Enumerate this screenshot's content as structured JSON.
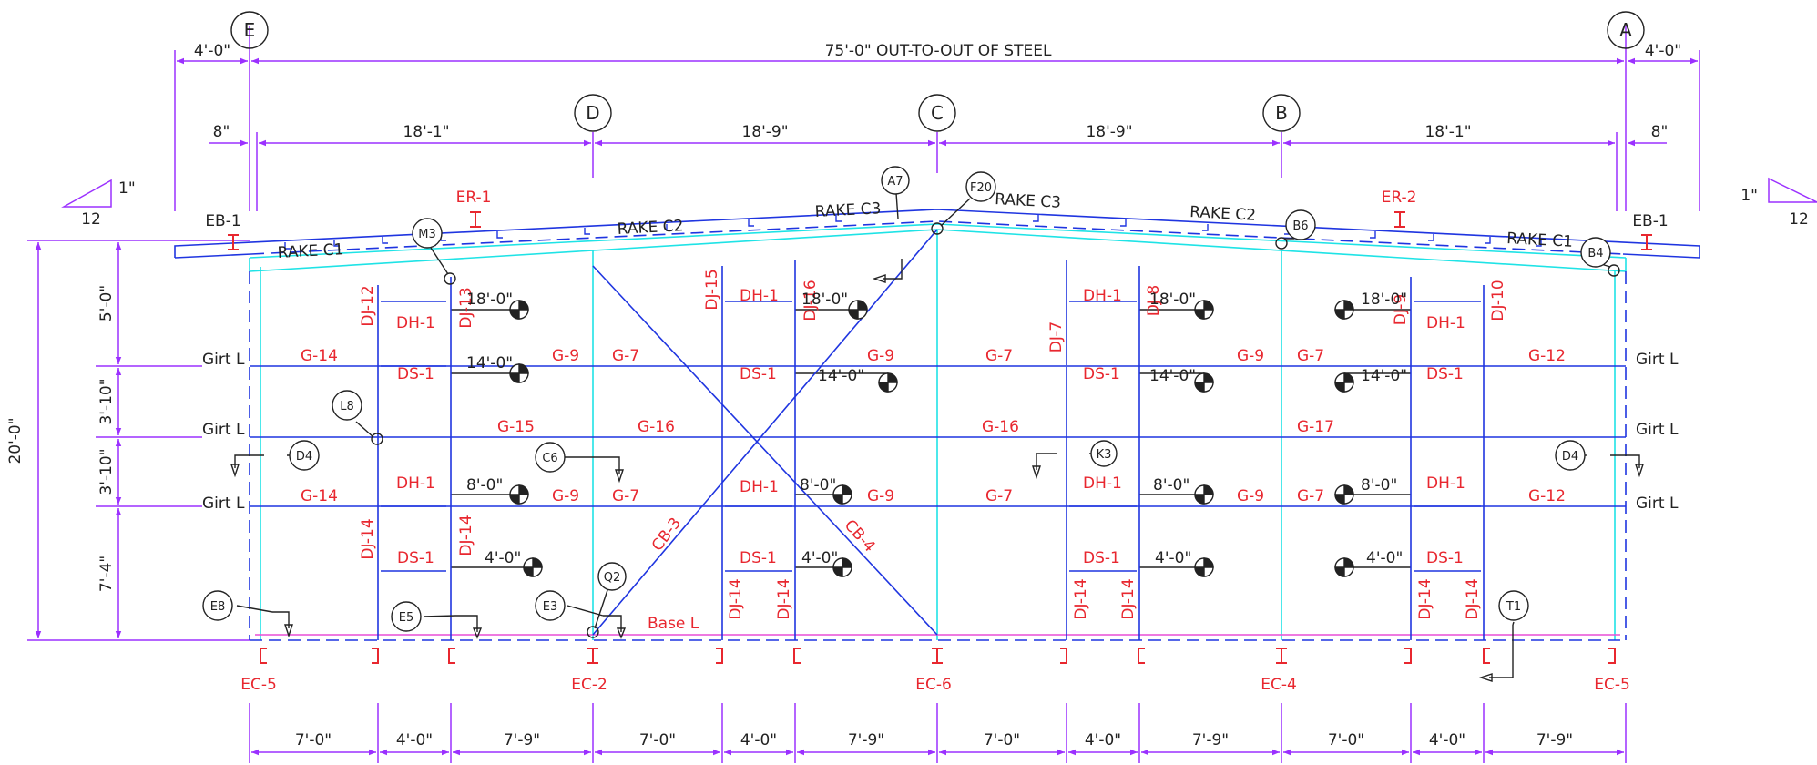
{
  "overall_dim": "75'-0\"  OUT-TO-OUT OF STEEL",
  "end_dims": [
    "4'-0\"",
    "4'-0\""
  ],
  "gridlines": [
    "E",
    "D",
    "C",
    "B",
    "A"
  ],
  "bay_dims": [
    "8\"",
    "18'-1\"",
    "18'-9\"",
    "18'-9\"",
    "18'-1\"",
    "8\""
  ],
  "pitch": {
    "rise": "1\"",
    "run": "12"
  },
  "height_dims": {
    "total": "20'-0\"",
    "segments": [
      "5'-0\"",
      "3'-10\"",
      "3'-10\"",
      "7'-4\""
    ]
  },
  "bottom_dims": [
    "7'-0\"",
    "4'-0\"",
    "7'-9\"",
    "7'-0\"",
    "4'-0\"",
    "7'-9\"",
    "7'-0\"",
    "4'-0\"",
    "7'-9\"",
    "7'-0\"",
    "4'-0\"",
    "7'-9\""
  ],
  "rake_labels": [
    "RAKE C1",
    "RAKE C2",
    "RAKE C3",
    "RAKE C3",
    "RAKE C2",
    "RAKE C1"
  ],
  "beam_labels": [
    "EB-1",
    "ER-1",
    "ER-2",
    "EB-1"
  ],
  "girt_labels": [
    "Girt L",
    "Girt L",
    "Girt L",
    "Girt L",
    "Girt L",
    "Girt L"
  ],
  "base_label": "Base L",
  "girt_marks": [
    "G-14",
    "G-9",
    "G-7",
    "G-9",
    "G-7",
    "G-9",
    "G-7",
    "G-12",
    "G-15",
    "G-16",
    "G-16",
    "G-17",
    "G-14",
    "G-9",
    "G-7",
    "G-9",
    "G-7",
    "G-9",
    "G-7",
    "G-12"
  ],
  "jamb_marks": [
    "DJ-12",
    "DJ-13",
    "DJ-15",
    "DJ-16",
    "DJ-7",
    "DJ-8",
    "DJ-9",
    "DJ-10",
    "DJ-14",
    "DJ-14",
    "DJ-14",
    "DJ-14",
    "DJ-14",
    "DJ-14",
    "DJ-14",
    "DJ-14"
  ],
  "door_marks": [
    "DH-1",
    "DH-1",
    "DH-1",
    "DH-1",
    "DS-1",
    "DS-1",
    "DS-1",
    "DS-1",
    "DH-1",
    "DH-1",
    "DH-1",
    "DH-1",
    "DS-1",
    "DS-1",
    "DS-1",
    "DS-1"
  ],
  "elevations": [
    "18'-0\"",
    "18'-0\"",
    "18'-0\"",
    "18'-0\"",
    "14'-0\"",
    "14'-0\"",
    "14'-0\"",
    "14'-0\"",
    "8'-0\"",
    "8'-0\"",
    "8'-0\"",
    "8'-0\"",
    "4'-0\"",
    "4'-0\"",
    "4'-0\"",
    "4'-0\""
  ],
  "brace_labels": [
    "CB-3",
    "CB-4"
  ],
  "column_labels": [
    "EC-5",
    "EC-2",
    "EC-6",
    "EC-4",
    "EC-5"
  ],
  "detail_bubbles": [
    "A7",
    "F20",
    "M3",
    "B6",
    "B4",
    "L8",
    "C6",
    "K3",
    "D4",
    "D4",
    "E8",
    "E5",
    "E3",
    "Q2",
    "T1"
  ],
  "colors": {
    "dimension": "#9b30ff",
    "steel": "#1f35e0",
    "rake": "#1fe3e6",
    "label": "#e8272f",
    "base": "#e84fd6",
    "text": "#222222"
  }
}
